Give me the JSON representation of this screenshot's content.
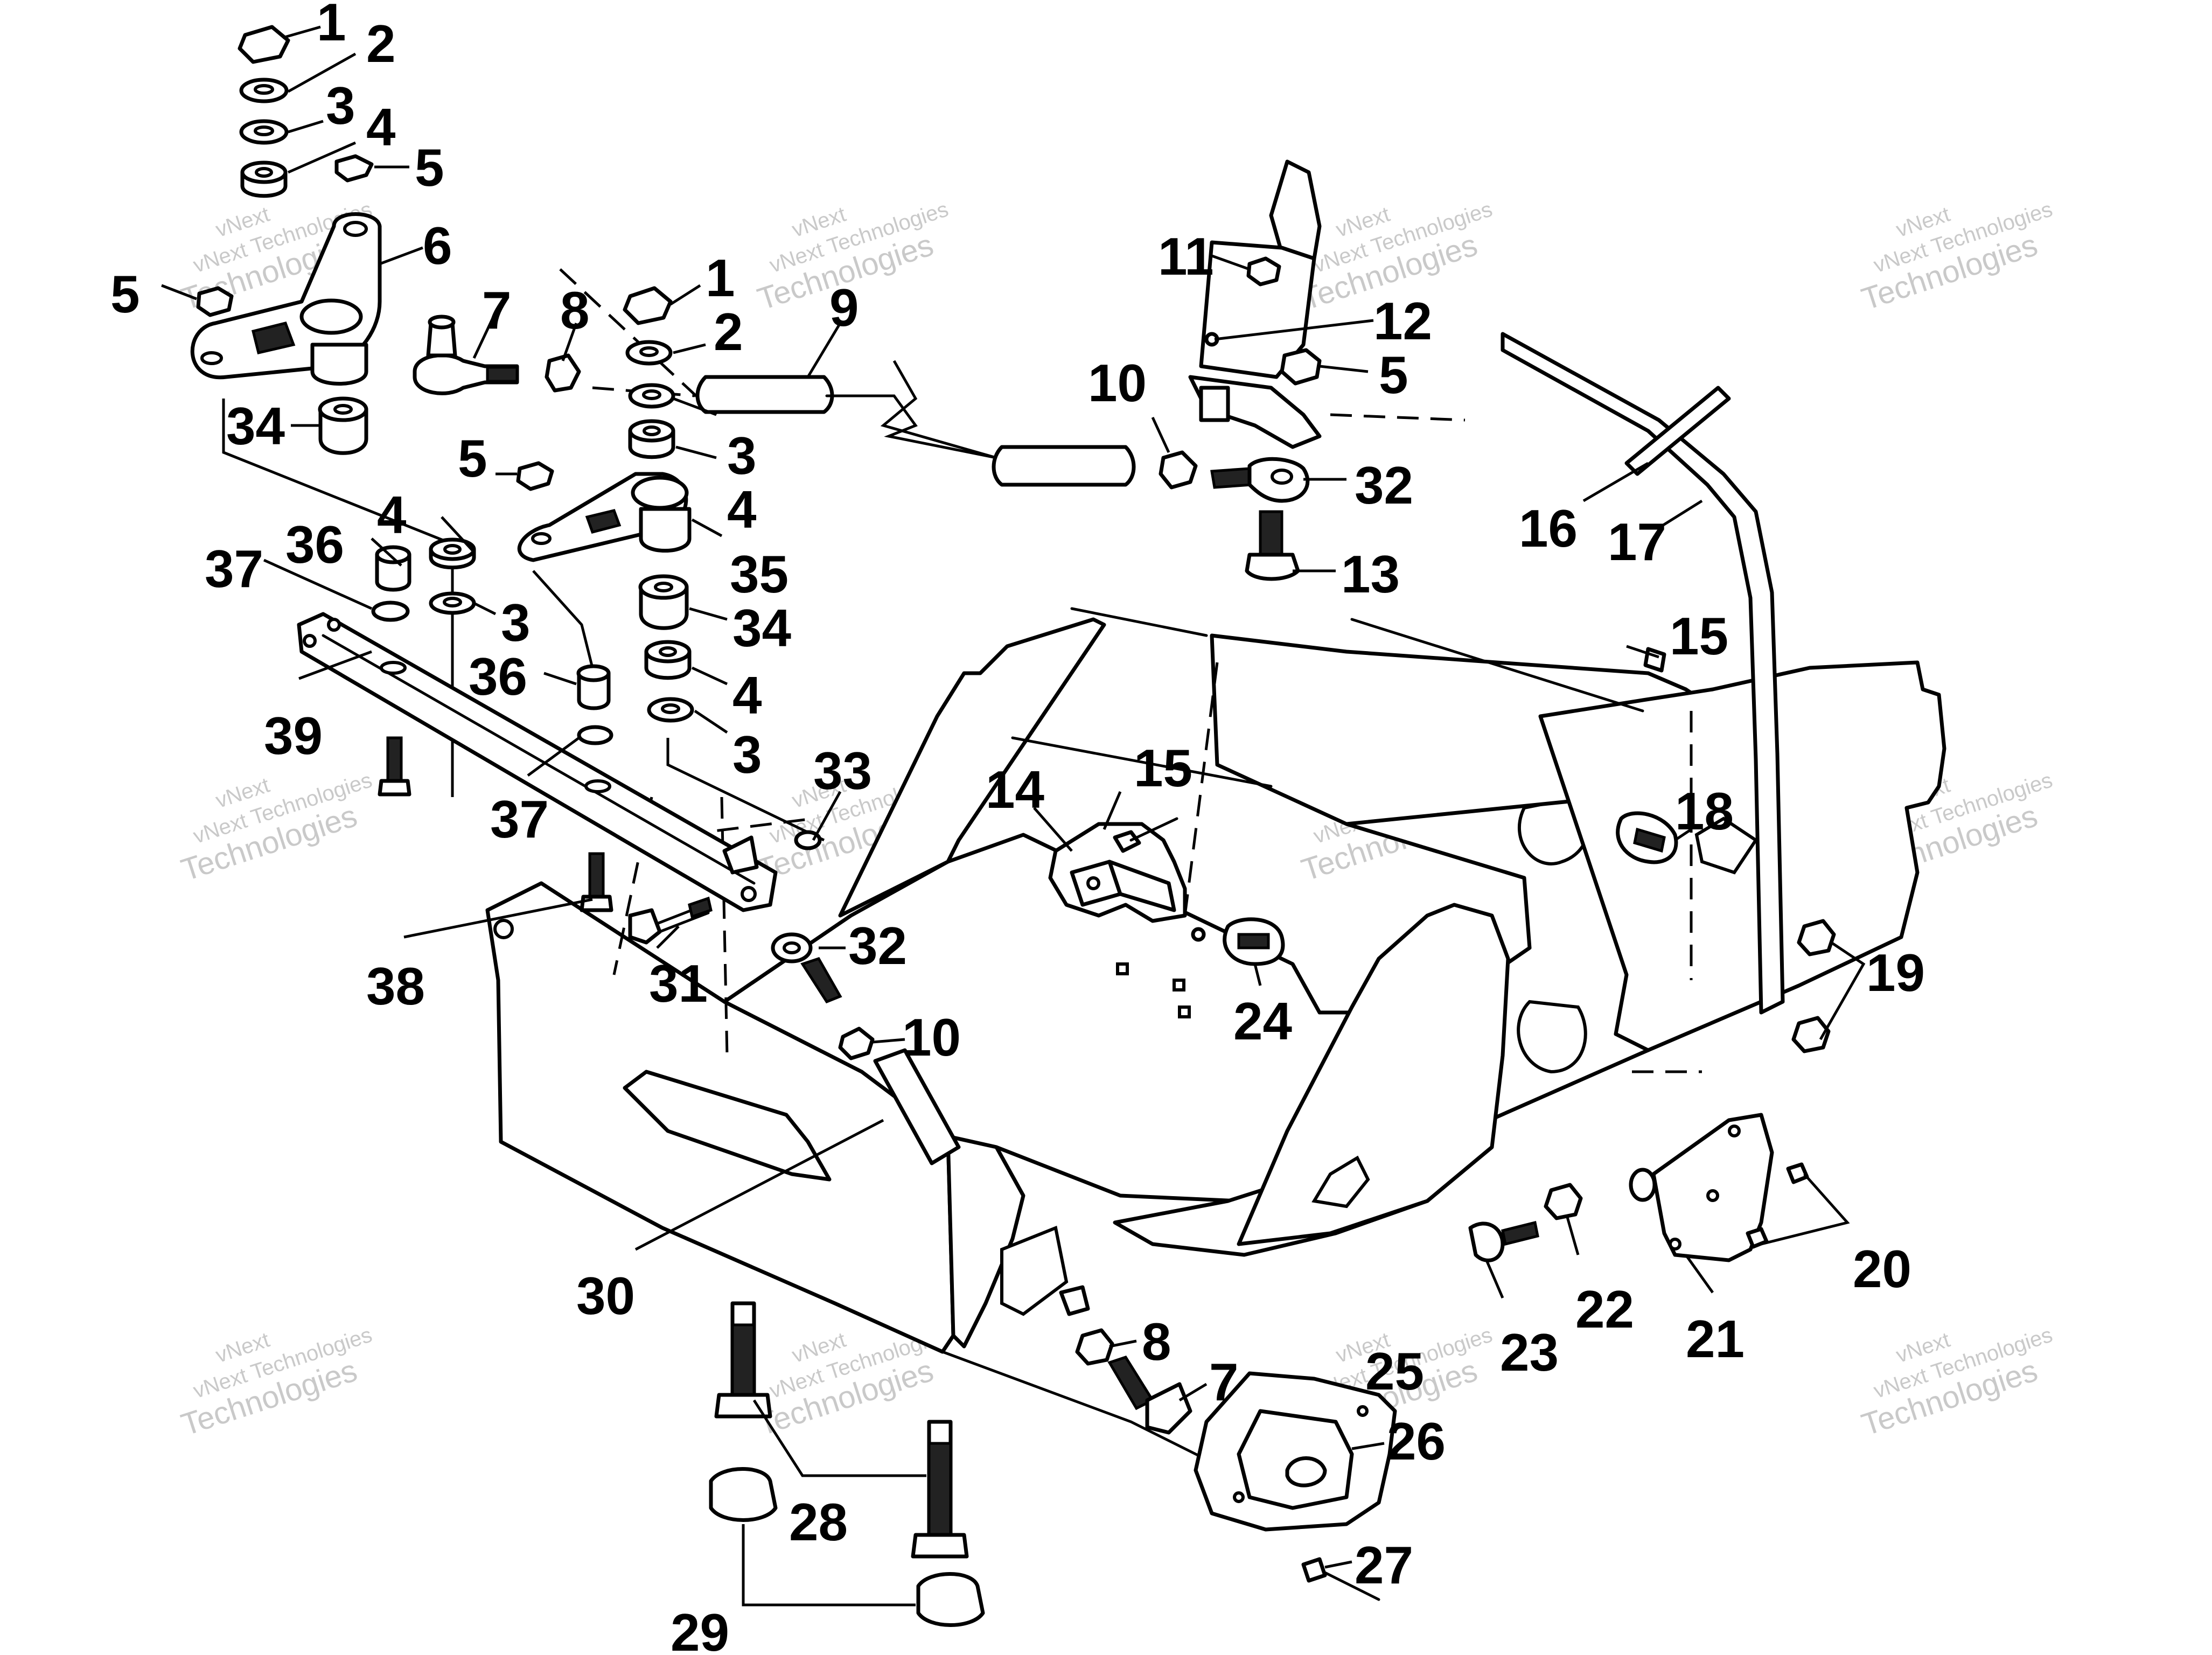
{
  "watermark": {
    "line1": "vNext Technologies",
    "line2": "Technologies",
    "top": "vNext"
  },
  "callouts": [
    "1",
    "2",
    "3",
    "4",
    "5",
    "5",
    "6",
    "7",
    "8",
    "1",
    "2",
    "9",
    "3",
    "4",
    "5",
    "34",
    "10",
    "11",
    "12",
    "5",
    "32",
    "16",
    "17",
    "13",
    "36",
    "4",
    "37",
    "35",
    "3",
    "34",
    "15",
    "36",
    "39",
    "4",
    "3",
    "37",
    "33",
    "14",
    "15",
    "18",
    "19",
    "38",
    "31",
    "32",
    "24",
    "10",
    "30",
    "20",
    "22",
    "23",
    "21",
    "8",
    "25",
    "26",
    "7",
    "27",
    "28",
    "29"
  ]
}
